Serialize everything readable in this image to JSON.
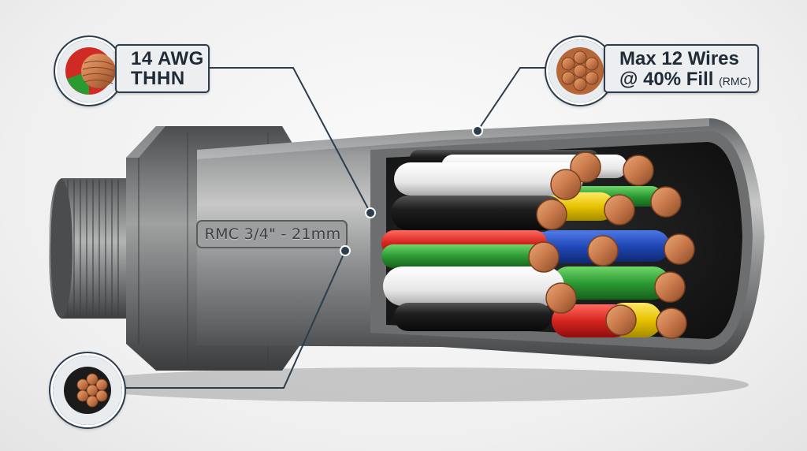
{
  "labels": {
    "conductor_size": {
      "line1": "14 AWG",
      "line2": "THHN"
    },
    "fill_rating": {
      "line1": "Max 12 Wires",
      "line2": "@ 40% Fill",
      "suffix": "(RMC)"
    }
  },
  "conduit": {
    "engraving": "RMC 3/4\" - 21mm"
  },
  "icons": {
    "awg_badge": "wire-cross-section-icon",
    "fill_badge": "stranded-bundle-icon",
    "core_badge": "stranded-core-icon"
  },
  "colors": {
    "callout_line": "#2c3d4d",
    "copper": "#c8784a",
    "steel": "#8a8c8e"
  }
}
